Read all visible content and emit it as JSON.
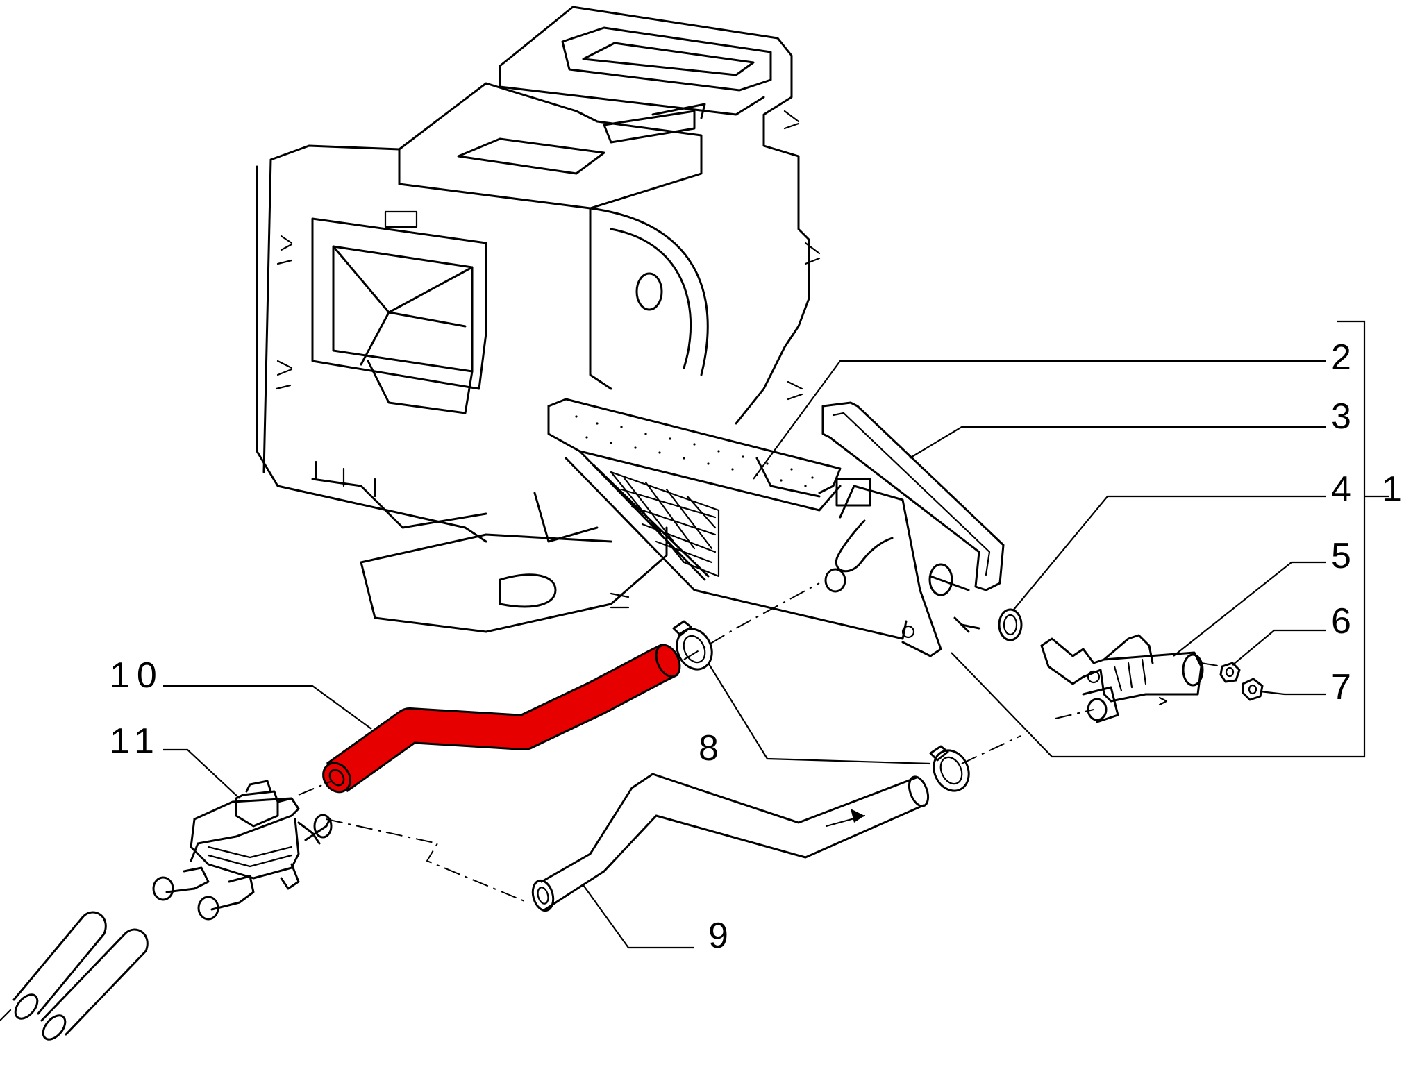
{
  "callouts": [
    {
      "id": "2",
      "label": "2"
    },
    {
      "id": "3",
      "label": "3"
    },
    {
      "id": "4",
      "label": "4"
    },
    {
      "id": "1",
      "label": "1"
    },
    {
      "id": "5",
      "label": "5"
    },
    {
      "id": "6",
      "label": "6"
    },
    {
      "id": "7",
      "label": "7"
    },
    {
      "id": "8",
      "label": "8"
    },
    {
      "id": "9",
      "label": "9"
    },
    {
      "id": "10",
      "label": "10"
    },
    {
      "id": "11",
      "label": "11"
    }
  ],
  "colors": {
    "background": "#ffffff",
    "line": "#000000",
    "highlight": "#e60000"
  },
  "highlighted_part": "10"
}
